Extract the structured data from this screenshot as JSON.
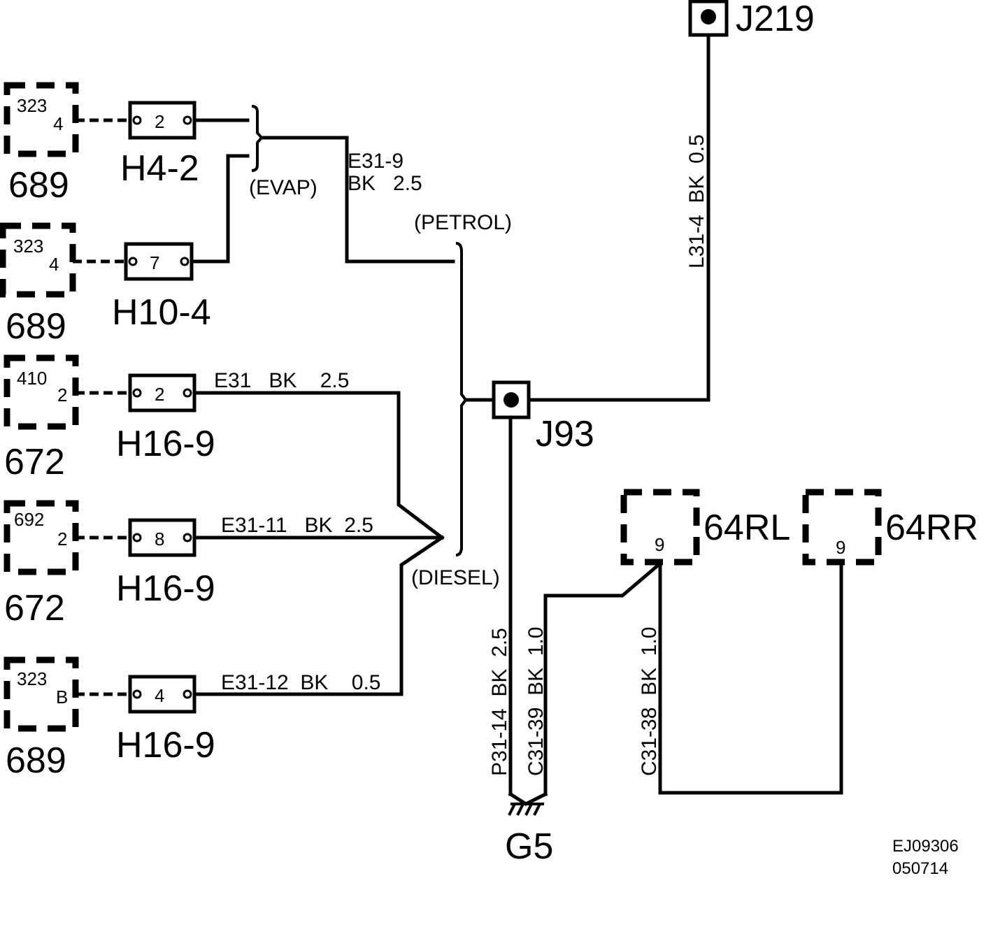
{
  "components": [
    {
      "id": "323",
      "pin": "4",
      "ref": "689"
    },
    {
      "id": "323",
      "pin": "4",
      "ref": "689"
    },
    {
      "id": "410",
      "pin": "2",
      "ref": "672"
    },
    {
      "id": "692",
      "pin": "2",
      "ref": "672"
    },
    {
      "id": "323",
      "pin": "B",
      "ref": "689"
    }
  ],
  "connectors": [
    {
      "pin": "2",
      "label": "H4-2"
    },
    {
      "pin": "7",
      "label": "H10-4"
    },
    {
      "pin": "2",
      "label": "H16-9"
    },
    {
      "pin": "8",
      "label": "H16-9"
    },
    {
      "pin": "4",
      "label": "H16-9"
    }
  ],
  "wires": {
    "e31_9_line1": "E31-9",
    "e31_9_line2": "BK   2.5",
    "e31": "E31   BK    2.5",
    "e31_11": "E31-11   BK  2.5",
    "e31_12": "E31-12  BK    0.5",
    "l31_4": "L31-4  BK  0.5",
    "p31_14": "P31-14  BK  2.5",
    "c31_39": "C31-39  BK  1.0",
    "c31_38": "C31-38  BK  1.0"
  },
  "variants": {
    "evap": "(EVAP)",
    "petrol": "(PETROL)",
    "diesel": "(DIESEL)"
  },
  "junctions": {
    "j219": "J219",
    "j93": "J93"
  },
  "ground": "G5",
  "lamps": [
    {
      "label": "64RL",
      "pin": "9"
    },
    {
      "label": "64RR",
      "pin": "9"
    }
  ],
  "doc_code": {
    "line1": "EJ09306",
    "line2": "050714"
  }
}
